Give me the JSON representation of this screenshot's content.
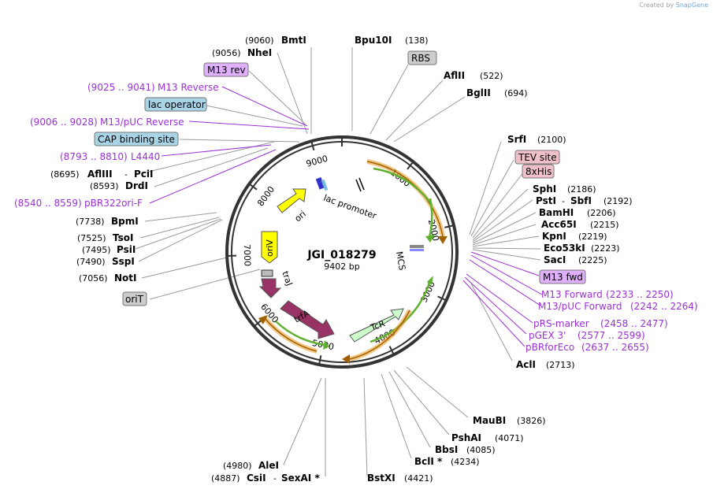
{
  "credit": {
    "prefix": "Created by",
    "brand": "SnapGene"
  },
  "plasmid": {
    "name": "JGI_018279",
    "length_label": "9402 bp"
  },
  "ticks": [
    "1000",
    "2000",
    "3000",
    "4000",
    "5000",
    "6000",
    "7000",
    "8000",
    "9000"
  ],
  "features": {
    "lac_promoter": "lac promoter",
    "mcs": "MCS",
    "ori": "ori",
    "oriV": "oriV",
    "traJ": "traJ",
    "trfA": "trfA",
    "TcR": "TcR"
  },
  "labels": {
    "bmtI": {
      "name": "BmtI",
      "pos": "(9060)"
    },
    "nheI": {
      "name": "NheI",
      "pos": "(9056)"
    },
    "m13rev_box": "M13 rev",
    "m13reverse": {
      "range": "(9025 .. 9041)",
      "name": "M13 Reverse"
    },
    "lacop_box": "lac operator",
    "m13puc_rev": {
      "range": "(9006 .. 9028)",
      "name": "M13/pUC Reverse"
    },
    "cap_box": "CAP binding site",
    "l4440": {
      "range": "(8793 .. 8810)",
      "name": "L4440"
    },
    "aflIII": {
      "pos": "(8695)",
      "name": "AflIII",
      "sep": "-",
      "name2": "PciI"
    },
    "drdI": {
      "pos": "(8593)",
      "name": "DrdI"
    },
    "pbr322": {
      "range": "(8540 .. 8559)",
      "name": "pBR322ori-F"
    },
    "bpmI": {
      "pos": "(7738)",
      "name": "BpmI"
    },
    "tsoI": {
      "pos": "(7525)",
      "name": "TsoI"
    },
    "psiI": {
      "pos": "(7495)",
      "name": "PsiI"
    },
    "sspI": {
      "pos": "(7490)",
      "name": "SspI"
    },
    "notI": {
      "pos": "(7056)",
      "name": "NotI"
    },
    "orit_box": "oriT",
    "aleI": {
      "pos": "(4980)",
      "name": "AleI"
    },
    "csiI": {
      "pos": "(4887)",
      "name": "CsiI",
      "sep": "-",
      "name2": "SexAI *"
    },
    "bstXI": {
      "name": "BstXI",
      "pos": "(4421)"
    },
    "bclI": {
      "name": "BclI *",
      "pos": "(4234)"
    },
    "bbsI": {
      "name": "BbsI",
      "pos": "(4085)"
    },
    "pshAI": {
      "name": "PshAI",
      "pos": "(4071)"
    },
    "mauBI": {
      "name": "MauBI",
      "pos": "(3826)"
    },
    "aclI": {
      "name": "AclI",
      "pos": "(2713)"
    },
    "pbrforeco": {
      "name": "pBRforEco",
      "range": "(2637 .. 2655)"
    },
    "pgex3": {
      "name": "pGEX 3'",
      "range": "(2577 .. 2599)"
    },
    "prsmarker": {
      "name": "pRS-marker",
      "range": "(2458 .. 2477)"
    },
    "m13puc_fwd": {
      "name": "M13/pUC Forward",
      "range": "(2242 .. 2264)"
    },
    "m13forward": {
      "name": "M13 Forward",
      "range": "(2233 .. 2250)"
    },
    "m13fwd_box": "M13 fwd",
    "sacI": {
      "name": "SacI",
      "pos": "(2225)"
    },
    "eco53kI": {
      "name": "Eco53kI",
      "pos": "(2223)"
    },
    "kpnI": {
      "name": "KpnI",
      "pos": "(2219)"
    },
    "acc65I": {
      "name": "Acc65I",
      "pos": "(2215)"
    },
    "bamHI": {
      "name": "BamHI",
      "pos": "(2206)"
    },
    "pstI": {
      "name": "PstI",
      "sep": "-",
      "name2": "SbfI",
      "pos": "(2192)"
    },
    "sphI": {
      "name": "SphI",
      "pos": "(2186)"
    },
    "his_box": "8xHis",
    "tev_box": "TEV site",
    "srfI": {
      "name": "SrfI",
      "pos": "(2100)"
    },
    "bglII": {
      "name": "BglII",
      "pos": "(694)"
    },
    "aflII": {
      "name": "AflII",
      "pos": "(522)"
    },
    "rbs_box": "RBS",
    "bpu10I": {
      "name": "Bpu10I",
      "pos": "(138)"
    }
  }
}
